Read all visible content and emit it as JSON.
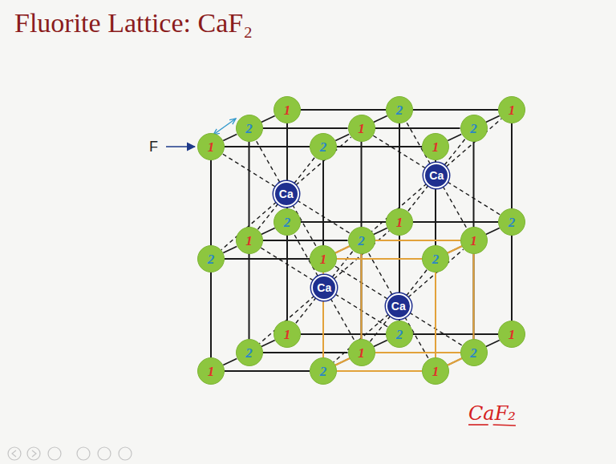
{
  "diagram": {
    "title": "Fluorite Lattice: CaF₂",
    "nodes": [
      {
        "text": [
          "1"
        ]
      },
      {
        "text": [
          "2"
        ]
      },
      {
        "text": [
          "1"
        ]
      },
      {
        "text": [
          "2"
        ]
      },
      {
        "text": [
          "1"
        ]
      },
      {
        "text": [
          "2"
        ]
      },
      {
        "text": [
          "1"
        ]
      },
      {
        "text": [
          "2"
        ]
      },
      {
        "text": [
          "1"
        ]
      },
      {
        "text": [
          "2"
        ]
      },
      {
        "text": [
          "1"
        ]
      },
      {
        "text": [
          "2"
        ]
      },
      {
        "text": [
          "1"
        ]
      },
      {
        "text": [
          "2"
        ]
      },
      {
        "text": [
          "1"
        ]
      },
      {
        "text": [
          "2"
        ]
      },
      {
        "text": [
          "1"
        ]
      },
      {
        "text": [
          "2"
        ]
      },
      {
        "text": [
          "1"
        ]
      },
      {
        "text": [
          "2"
        ]
      },
      {
        "text": [
          "1"
        ]
      },
      {
        "text": [
          "2"
        ]
      },
      {
        "text": [
          "1"
        ]
      },
      {
        "text": [
          "2"
        ]
      },
      {
        "text": [
          "1"
        ]
      },
      {
        "text": [
          "2"
        ]
      },
      {
        "text": [
          "1"
        ]
      },
      {
        "text": [
          "Ca"
        ]
      },
      {
        "text": [
          "Ca"
        ]
      },
      {
        "text": [
          "Ca"
        ]
      },
      {
        "text": [
          "Ca"
        ]
      }
    ],
    "edges": [
      {
        "from": 0,
        "to": 1,
        "arrow": "none"
      },
      {
        "from": 1,
        "to": 2,
        "arrow": "none"
      },
      {
        "from": 3,
        "to": 4,
        "arrow": "none"
      },
      {
        "from": 4,
        "to": 5,
        "arrow": "none"
      },
      {
        "from": 6,
        "to": 7,
        "arrow": "none"
      },
      {
        "from": 7,
        "to": 8,
        "arrow": "none"
      },
      {
        "from": 9,
        "to": 10,
        "arrow": "none"
      },
      {
        "from": 10,
        "to": 11,
        "arrow": "none"
      },
      {
        "from": 12,
        "to": 13,
        "arrow": "none"
      },
      {
        "from": 13,
        "to": 14,
        "arrow": "none"
      },
      {
        "from": 15,
        "to": 16,
        "arrow": "none"
      },
      {
        "from": 16,
        "to": 17,
        "arrow": "none"
      },
      {
        "from": 18,
        "to": 19,
        "arrow": "none"
      },
      {
        "from": 19,
        "to": 20,
        "arrow": "none"
      },
      {
        "from": 21,
        "to": 22,
        "arrow": "none"
      },
      {
        "from": 22,
        "to": 23,
        "arrow": "none"
      },
      {
        "from": 24,
        "to": 25,
        "arrow": "none"
      },
      {
        "from": 25,
        "to": 26,
        "arrow": "none"
      },
      {
        "from": 0,
        "to": 3,
        "arrow": "none"
      },
      {
        "from": 1,
        "to": 4,
        "arrow": "none"
      },
      {
        "from": 2,
        "to": 5,
        "arrow": "none"
      },
      {
        "from": 3,
        "to": 6,
        "arrow": "none"
      },
      {
        "from": 4,
        "to": 7,
        "arrow": "none"
      },
      {
        "from": 5,
        "to": 8,
        "arrow": "none"
      },
      {
        "from": 9,
        "to": 12,
        "arrow": "none"
      },
      {
        "from": 10,
        "to": 13,
        "arrow": "none"
      },
      {
        "from": 11,
        "to": 14,
        "arrow": "none"
      },
      {
        "from": 12,
        "to": 15,
        "arrow": "none"
      },
      {
        "from": 13,
        "to": 16,
        "arrow": "none"
      },
      {
        "from": 14,
        "to": 17,
        "arrow": "none"
      },
      {
        "from": 18,
        "to": 21,
        "arrow": "none"
      },
      {
        "from": 19,
        "to": 22,
        "arrow": "none"
      },
      {
        "from": 20,
        "to": 23,
        "arrow": "none"
      },
      {
        "from": 21,
        "to": 24,
        "arrow": "none"
      },
      {
        "from": 22,
        "to": 25,
        "arrow": "none"
      },
      {
        "from": 23,
        "to": 26,
        "arrow": "none"
      },
      {
        "from": 0,
        "to": 9,
        "arrow": "none"
      },
      {
        "from": 1,
        "to": 10,
        "arrow": "none"
      },
      {
        "from": 2,
        "to": 11,
        "arrow": "none"
      },
      {
        "from": 3,
        "to": 12,
        "arrow": "none"
      },
      {
        "from": 4,
        "to": 13,
        "arrow": "none"
      },
      {
        "from": 5,
        "to": 14,
        "arrow": "none"
      },
      {
        "from": 6,
        "to": 15,
        "arrow": "none"
      },
      {
        "from": 7,
        "to": 16,
        "arrow": "none"
      },
      {
        "from": 8,
        "to": 17,
        "arrow": "none"
      },
      {
        "from": 9,
        "to": 18,
        "arrow": "none"
      },
      {
        "from": 10,
        "to": 19,
        "arrow": "none"
      },
      {
        "from": 11,
        "to": 20,
        "arrow": "none"
      },
      {
        "from": 12,
        "to": 21,
        "arrow": "none"
      },
      {
        "from": 13,
        "to": 22,
        "arrow": "none"
      },
      {
        "from": 14,
        "to": 23,
        "arrow": "none"
      },
      {
        "from": 15,
        "to": 24,
        "arrow": "none"
      },
      {
        "from": 16,
        "to": 25,
        "arrow": "none"
      },
      {
        "from": 17,
        "to": 26,
        "arrow": "none"
      },
      {
        "from": 27,
        "to": 0,
        "arrow": "none"
      },
      {
        "from": 27,
        "to": 1,
        "arrow": "none"
      },
      {
        "from": 27,
        "to": 3,
        "arrow": "none"
      },
      {
        "from": 27,
        "to": 4,
        "arrow": "none"
      },
      {
        "from": 27,
        "to": 9,
        "arrow": "none"
      },
      {
        "from": 27,
        "to": 10,
        "arrow": "none"
      },
      {
        "from": 27,
        "to": 12,
        "arrow": "none"
      },
      {
        "from": 27,
        "to": 13,
        "arrow": "none"
      },
      {
        "from": 28,
        "to": 4,
        "arrow": "none"
      },
      {
        "from": 28,
        "to": 5,
        "arrow": "none"
      },
      {
        "from": 28,
        "to": 7,
        "arrow": "none"
      },
      {
        "from": 28,
        "to": 8,
        "arrow": "none"
      },
      {
        "from": 28,
        "to": 13,
        "arrow": "none"
      },
      {
        "from": 28,
        "to": 14,
        "arrow": "none"
      },
      {
        "from": 28,
        "to": 16,
        "arrow": "none"
      },
      {
        "from": 28,
        "to": 17,
        "arrow": "none"
      },
      {
        "from": 29,
        "to": 12,
        "arrow": "none"
      },
      {
        "from": 29,
        "to": 13,
        "arrow": "none"
      },
      {
        "from": 29,
        "to": 15,
        "arrow": "none"
      },
      {
        "from": 29,
        "to": 16,
        "arrow": "none"
      },
      {
        "from": 29,
        "to": 21,
        "arrow": "none"
      },
      {
        "from": 29,
        "to": 22,
        "arrow": "none"
      },
      {
        "from": 29,
        "to": 24,
        "arrow": "none"
      },
      {
        "from": 29,
        "to": 25,
        "arrow": "none"
      },
      {
        "from": 30,
        "to": 10,
        "arrow": "none"
      },
      {
        "from": 30,
        "to": 11,
        "arrow": "none"
      },
      {
        "from": 30,
        "to": 13,
        "arrow": "none"
      },
      {
        "from": 30,
        "to": 14,
        "arrow": "none"
      },
      {
        "from": 30,
        "to": 19,
        "arrow": "none"
      },
      {
        "from": 30,
        "to": 20,
        "arrow": "none"
      },
      {
        "from": 30,
        "to": 22,
        "arrow": "none"
      },
      {
        "from": 30,
        "to": 23,
        "arrow": "none"
      }
    ],
    "labels": [
      "F",
      "CaF₂"
    ]
  }
}
